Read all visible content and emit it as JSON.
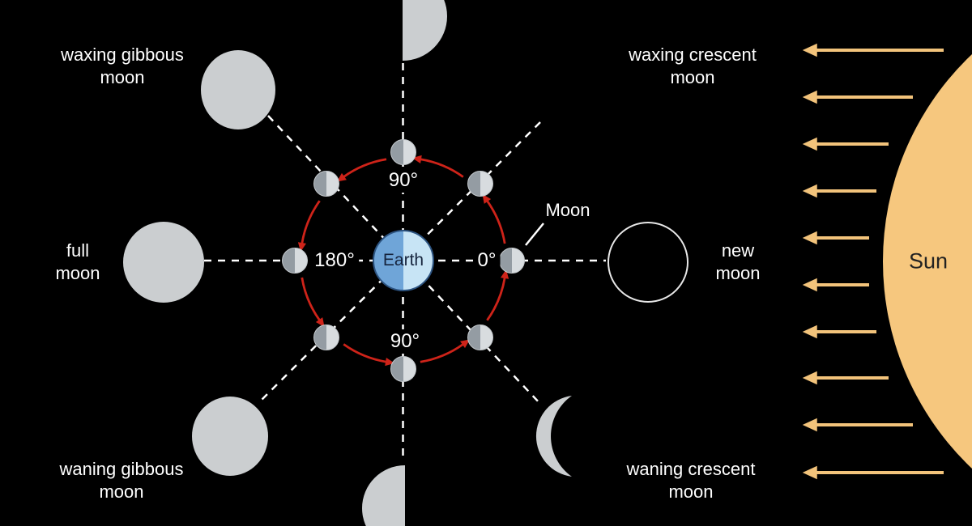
{
  "labels": {
    "earth": "Earth",
    "sun": "Sun",
    "moon_pointer": "Moon",
    "angle_top": "90°",
    "angle_left": "180°",
    "angle_right": "0°",
    "angle_bottom": "90°"
  },
  "phases": {
    "waxing_gibbous": "waxing gibbous\nmoon",
    "full": "full\nmoon",
    "waning_gibbous": "waning gibbous\nmoon",
    "waxing_crescent": "waxing crescent\nmoon",
    "new": "new\nmoon",
    "waning_crescent": "waning crescent\nmoon"
  },
  "orbit": {
    "direction": "counterclockwise",
    "positions": 8
  },
  "colors": {
    "background": "#000000",
    "sun": "#F6C77E",
    "sun_arrow": "#F2C37B",
    "orbit_arrow": "#CE2319",
    "earth_dark_side": "#6FA5D8",
    "earth_lit_side": "#C7E4F5",
    "moon_dark_side": "#949CA3",
    "moon_lit_side": "#D8DCDF",
    "phase_gray": "#CBCED0",
    "label_text": "#FFFFFF"
  }
}
